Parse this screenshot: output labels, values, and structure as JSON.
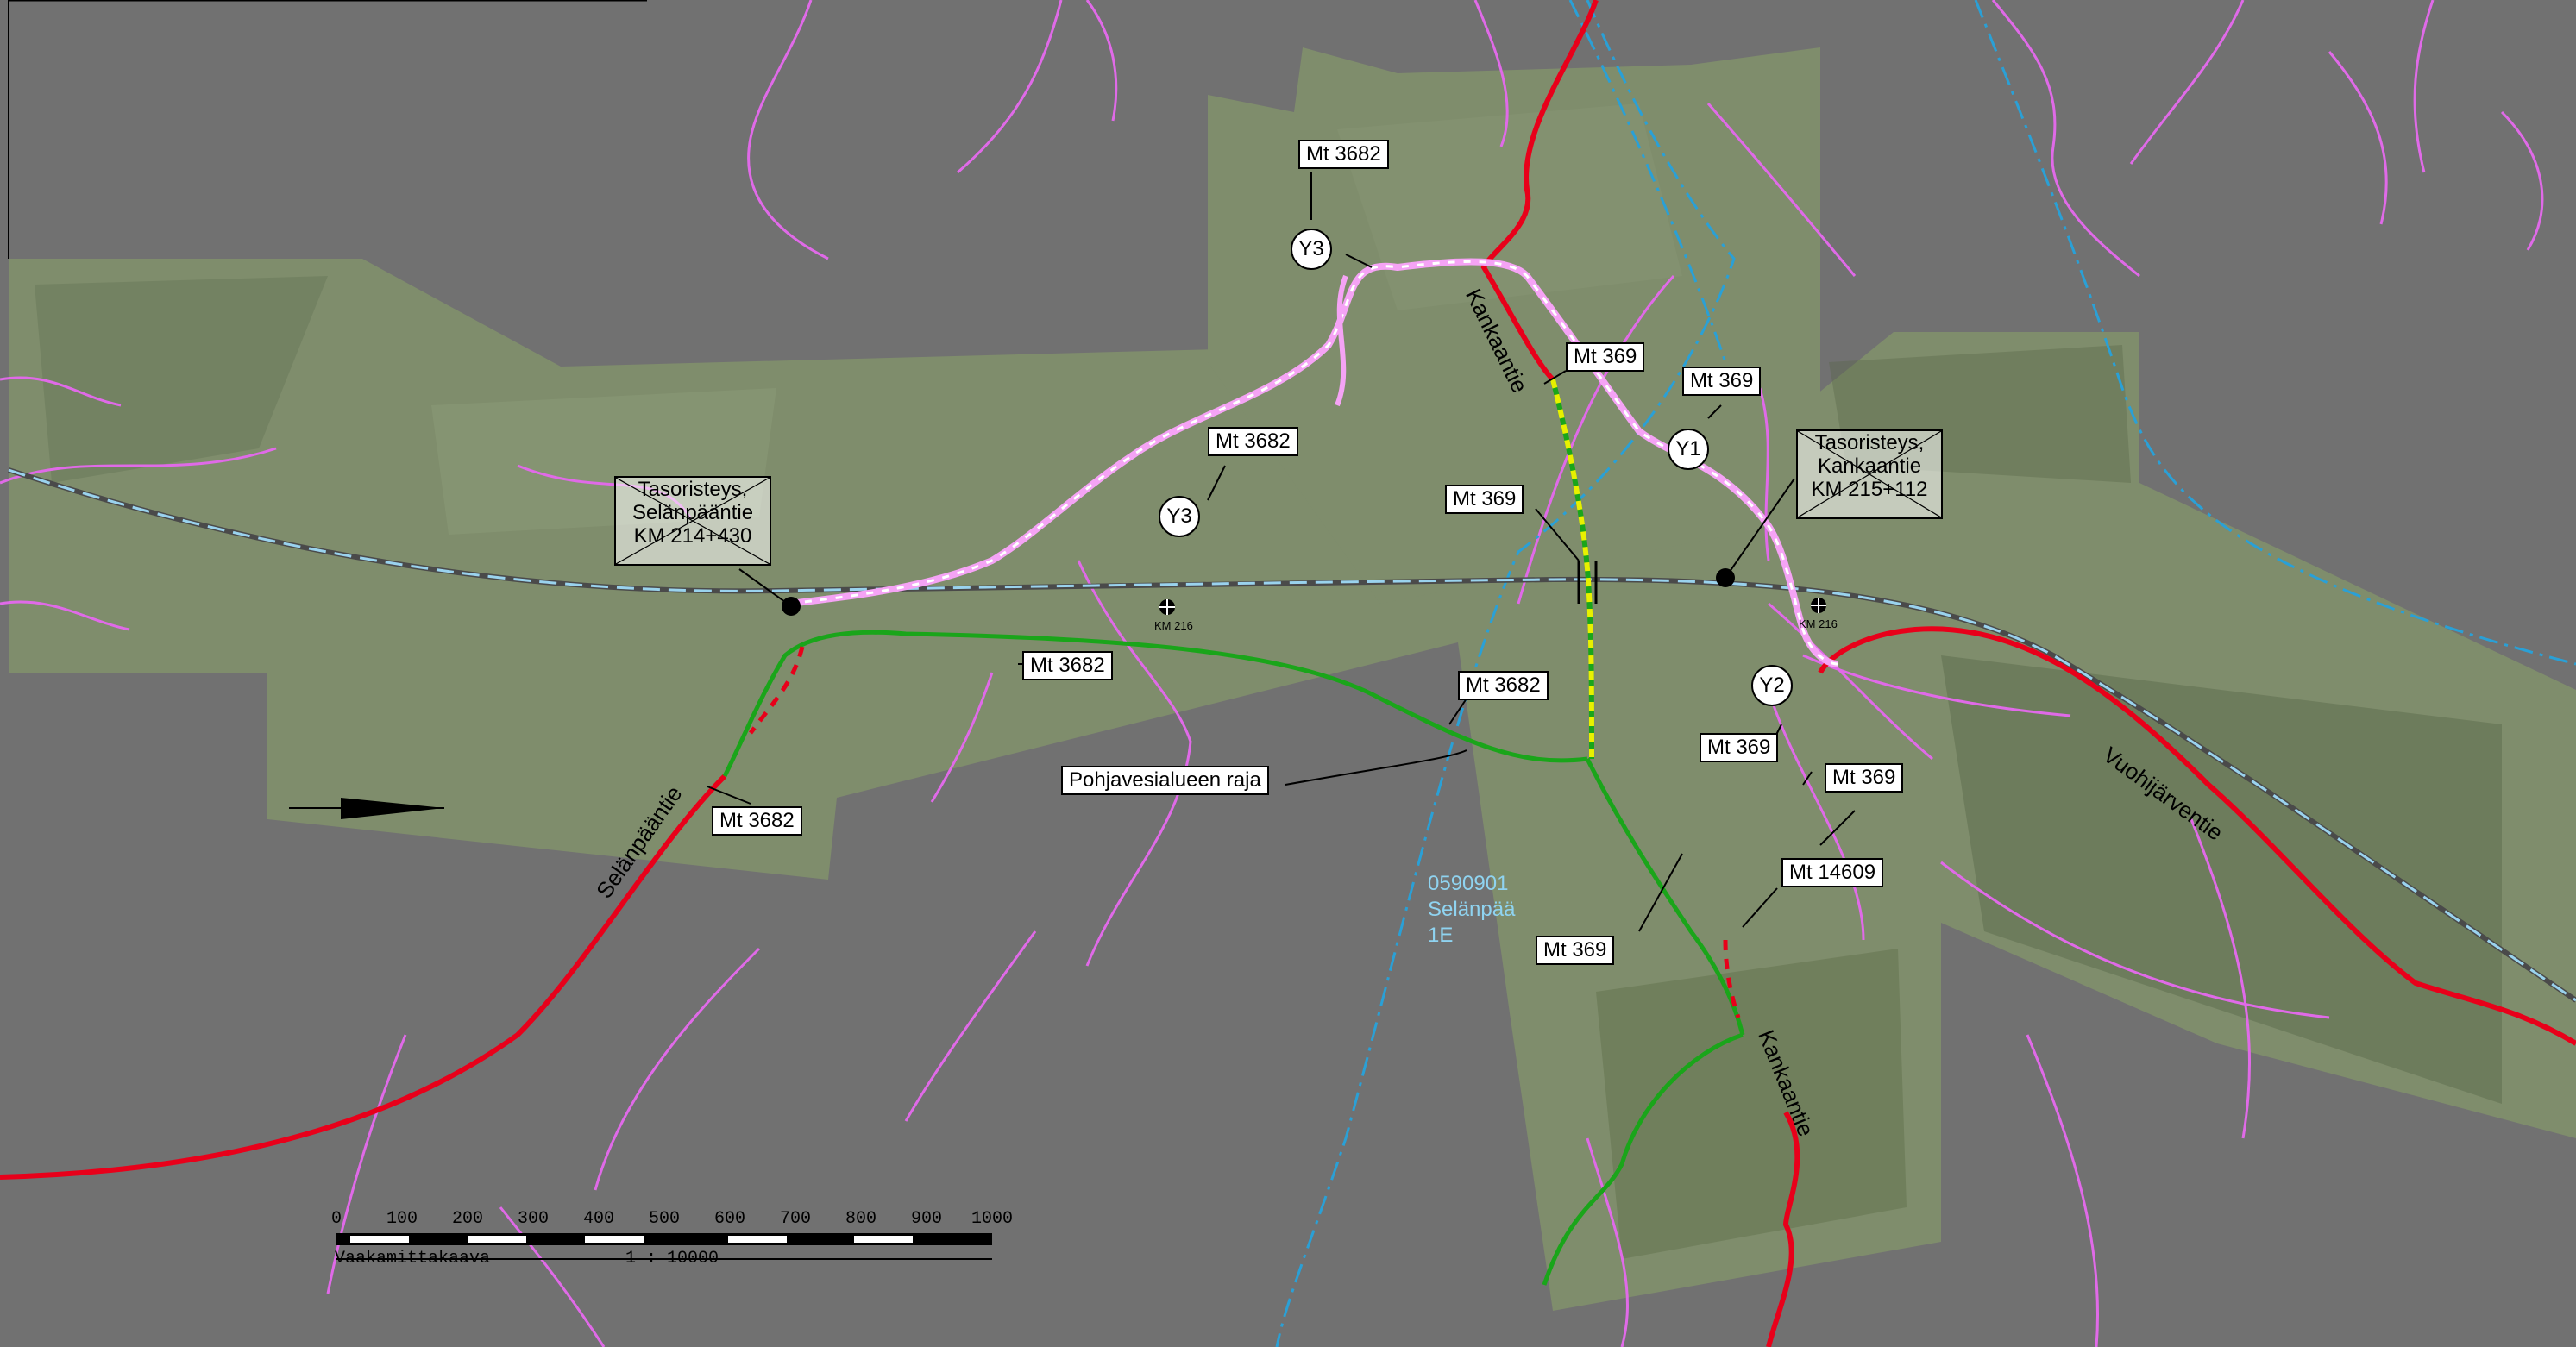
{
  "map": {
    "colors": {
      "background": "#717171",
      "aerial": "#7f8d6c",
      "state_road": "#e8001a",
      "local_roads": "#e06ae8",
      "new_road": "#1aa51a",
      "pedestrian_path": "#f5a3f5",
      "yellow_section": "#e8f000",
      "groundwater_border": "#2aa0d6",
      "railway": "#9ad3ee"
    },
    "road_labels": {
      "mt3682_top": "Mt 3682",
      "mt369_a": "Mt 369",
      "mt369_b": "Mt 369",
      "mt3682_mid": "Mt 3682",
      "mt369_c": "Mt 369",
      "mt3682_green": "Mt 3682",
      "mt3682_right": "Mt 3682",
      "mt369_d": "Mt 369",
      "mt369_e": "Mt 369",
      "mt14609": "Mt 14609",
      "mt369_f": "Mt 369",
      "mt3682_low": "Mt 3682",
      "pohjavesi": "Pohjavesialueen raja"
    },
    "crossings": {
      "left": {
        "line1": "Tasoristeys,",
        "line2": "Selänpääntie",
        "line3": "KM 214+430"
      },
      "right": {
        "line1": "Tasoristeys,",
        "line2": "Kankaantie",
        "line3": "KM 215+112"
      }
    },
    "markers": {
      "y3_top": "Y3",
      "y3_mid": "Y3",
      "y1": "Y1",
      "y2": "Y2"
    },
    "road_names": {
      "kankaantie_top": "Kankaantie",
      "kankaantie_bottom": "Kankaantie",
      "selanpaantie": "Selänpääntie",
      "vuohijarventie": "Vuohijärventie"
    },
    "km_posts": {
      "km216_a": "KM 216",
      "km216_b": "KM 216"
    },
    "groundwater": {
      "code": "0590901",
      "name": "Selänpää",
      "class": "1E"
    },
    "scale": {
      "ticks": [
        "0",
        "100",
        "200",
        "300",
        "400",
        "500",
        "600",
        "700",
        "800",
        "900",
        "1000"
      ],
      "caption": "Vaakamittakaava",
      "ratio": "1 : 10000"
    }
  }
}
